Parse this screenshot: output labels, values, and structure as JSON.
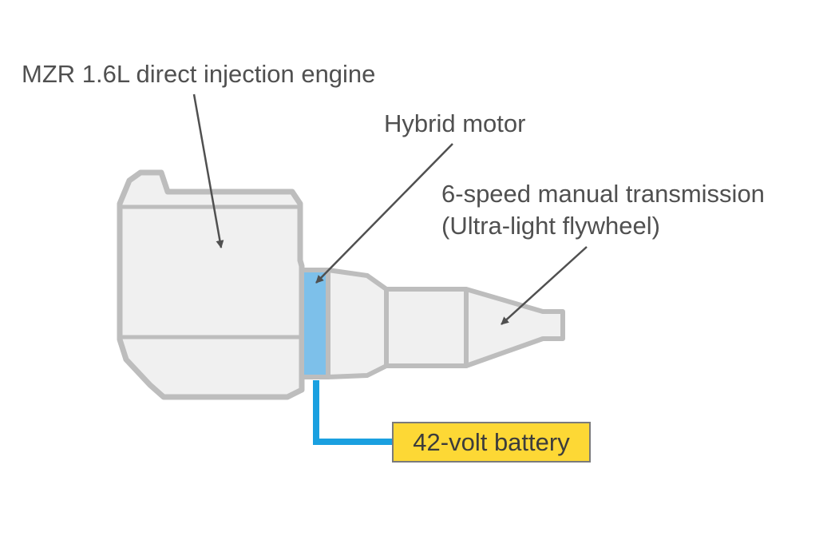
{
  "labels": {
    "engine": "MZR 1.6L direct injection engine",
    "hybrid_motor": "Hybrid motor",
    "transmission_line1": "6-speed manual transmission",
    "transmission_line2": "(Ultra-light flywheel)",
    "battery": "42-volt battery"
  },
  "colors": {
    "housing_fill": "#f0f0f0",
    "housing_stroke": "#bdbdbd",
    "motor_fill": "#7dc0ea",
    "battery_wire": "#1aa0e0",
    "battery_box": "#fdd835",
    "arrow": "#505050",
    "text": "#505050"
  }
}
